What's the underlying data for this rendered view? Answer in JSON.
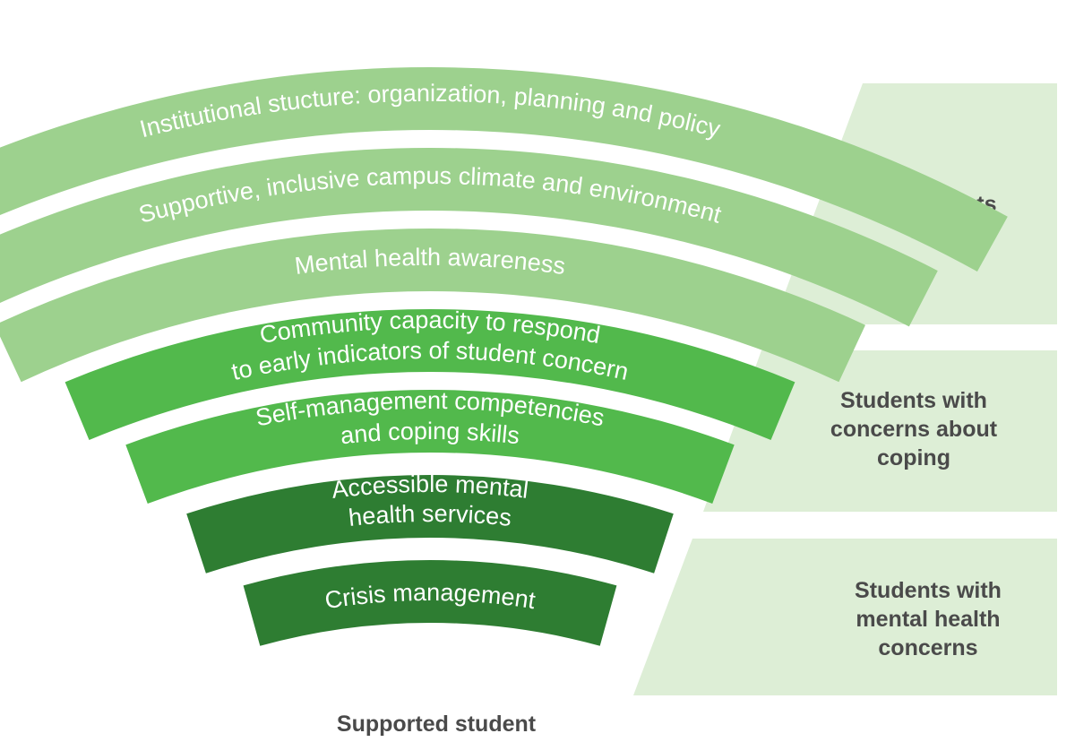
{
  "colors": {
    "light_band": "#9dd18e",
    "medium_band": "#52b94c",
    "dark_band": "#2e7d32",
    "panel_fill": "#ddeed6",
    "label_text": "#4a4a4a",
    "band_text": "#ffffff"
  },
  "bands": [
    {
      "label_lines": [
        "Institutional stucture: organization, planning and policy"
      ],
      "tier": "light"
    },
    {
      "label_lines": [
        "Supportive, inclusive campus climate and environment"
      ],
      "tier": "light"
    },
    {
      "label_lines": [
        "Mental health awareness"
      ],
      "tier": "light"
    },
    {
      "label_lines": [
        "Community capacity to respond",
        "to early indicators of student concern"
      ],
      "tier": "medium"
    },
    {
      "label_lines": [
        "Self-management competencies",
        "and coping skills"
      ],
      "tier": "medium"
    },
    {
      "label_lines": [
        "Accessible mental",
        "health services"
      ],
      "tier": "dark"
    },
    {
      "label_lines": [
        "Crisis management"
      ],
      "tier": "dark"
    }
  ],
  "groups": [
    {
      "label_lines": [
        "All students"
      ]
    },
    {
      "label_lines": [
        "Students with",
        "concerns about",
        "coping"
      ]
    },
    {
      "label_lines": [
        "Students with",
        "mental health",
        "concerns"
      ]
    }
  ],
  "footer": {
    "label": "Supported student"
  }
}
